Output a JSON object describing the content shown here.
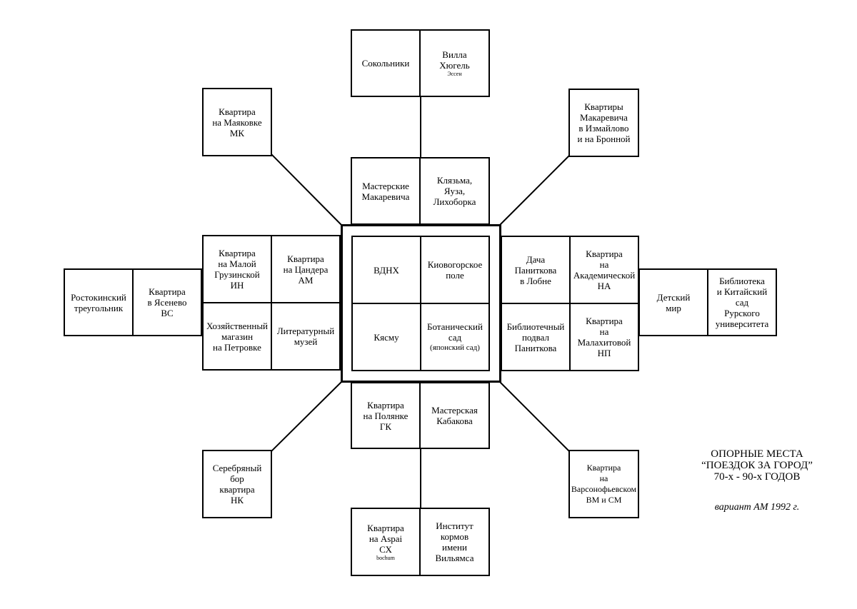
{
  "title": {
    "line1": "ОПОРНЫЕ МЕСТА",
    "line2": "“ПОЕЗДОК ЗА ГОРОД”",
    "line3": "70-х - 90-х ГОДОВ",
    "variant": "вариант АМ 1992 г."
  },
  "center": {
    "vdnh": "ВДНХ",
    "kiovo": "Киовогорское\nполе",
    "kyasmu": "Кясму",
    "botanic": "Ботанический\nсад",
    "botanic_sub": "(японский сад)"
  },
  "top": {
    "sokolniki": "Сокольники",
    "villa": "Вилла\nХюгель",
    "villa_sub": "Эссен",
    "masterskie": "Мастерские\nМакаревича",
    "klyazma": "Клязьма,\nЯуза,\nЛихоборка"
  },
  "left": {
    "rostokino": "Ростокинский\nтреугольник",
    "yasenevo": "Квартира\nв Ясенево\nВС",
    "gruzinskaya": "Квартира\nна Малой\nГрузинской\nИН",
    "tsandera": "Квартира\nна Цандера\nАМ",
    "hozmag": "Хозяйственный\nмагазин\nна Петровке",
    "litmuseum": "Литературный\nмузей"
  },
  "right": {
    "dacha": "Дача\nПаниткова\nв Лобне",
    "akademicheskaya": "Квартира\nна\nАкадемической\nНА",
    "detmir": "Детский\nмир",
    "library": "Библиотека\nи Китайский\nсад\nРурского\nуниверситета",
    "podval": "Библиотечный\nподвал\nПаниткова",
    "malakhitovaya": "Квартира\nна\nМалахитовой\nНП"
  },
  "bottom": {
    "polyanka": "Квартира\nна Полянке\nГК",
    "kabakov": "Мастерская\nКабакова",
    "aspai": "Квартира\nна Aspai\nСХ",
    "aspai_sub": "bochum",
    "institut": "Институт\nкормов\nимени\nВильямса"
  },
  "diagonals": {
    "mayakovka": "Квартира\nна Маяковке\nМК",
    "izmaylovo": "Квартиры\nМакаревича\nв Измайлово\nи на Бронной",
    "serebryany": "Серебряный\nбор\nквартира\nНК",
    "varsonofievsky": "Квартира\nна\nВарсонофьевском\nВМ и СМ"
  }
}
